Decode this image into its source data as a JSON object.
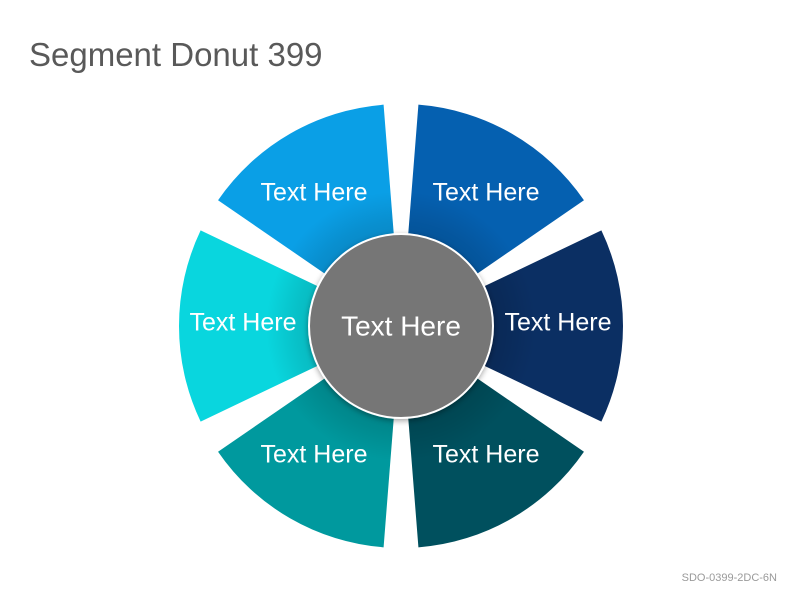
{
  "title": "Segment Donut 399",
  "center": {
    "label": "Text Here",
    "color": "#767676"
  },
  "segments": [
    {
      "label": "Text Here",
      "color": "#0A9FE6"
    },
    {
      "label": "Text Here",
      "color": "#0560B0"
    },
    {
      "label": "Text Here",
      "color": "#0B2F63"
    },
    {
      "label": "Text Here",
      "color": "#00505E"
    },
    {
      "label": "Text Here",
      "color": "#00999E"
    },
    {
      "label": "Text Here",
      "color": "#09D6DE"
    }
  ],
  "footer_code": "SDO-0399-2DC-6N"
}
